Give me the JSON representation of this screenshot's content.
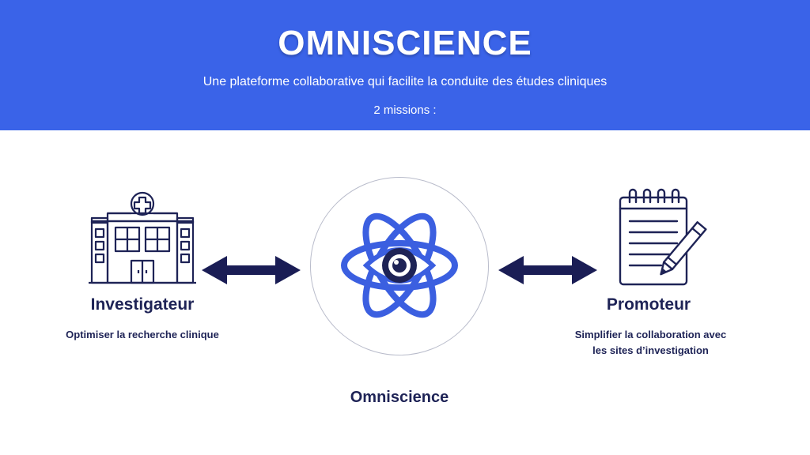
{
  "header": {
    "title": "OMNISCIENCE",
    "subtitle": "Une plateforme collaborative qui facilite la conduite des études cliniques",
    "missions": "2 missions :"
  },
  "investigateur": {
    "title": "Investigateur",
    "description": "Optimiser la recherche clinique",
    "icon": "hospital-icon"
  },
  "promoteur": {
    "title": "Promoteur",
    "description_line1": "Simplifier la collaboration avec",
    "description_line2": "les sites d’investigation",
    "icon": "notepad-pencil-icon"
  },
  "center": {
    "label": "Omniscience",
    "icon": "atom-eye-icon"
  },
  "colors": {
    "banner": "#3a63e8",
    "navy": "#1e2356",
    "atom_blue": "#3b5fe0"
  }
}
